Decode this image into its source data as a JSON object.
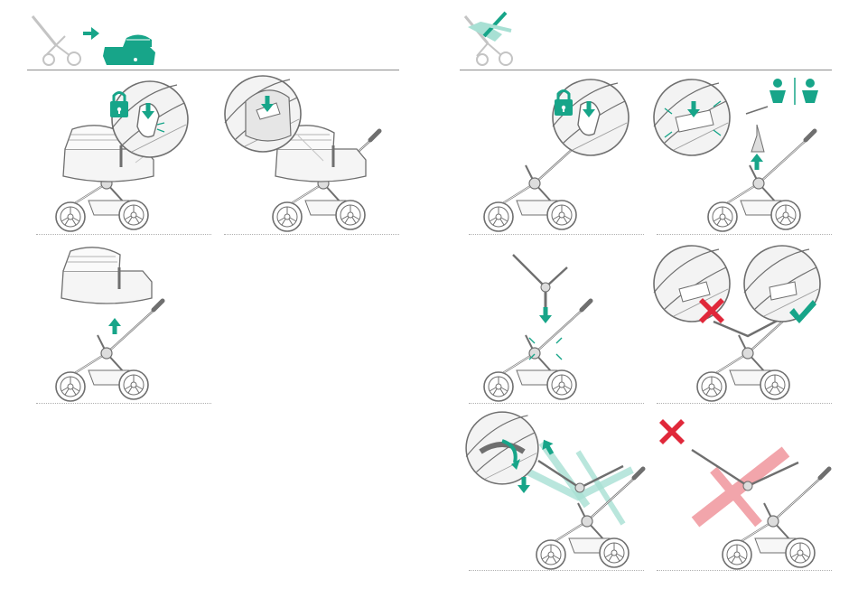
{
  "colors": {
    "accent": "#17a589",
    "accent_light": "#a8e0d4",
    "error": "#e0283a",
    "error_light": "#f2a5ab",
    "line": "#6f6f6f",
    "light_gray": "#c4c4c4",
    "fill_gray": "#eeeeee"
  },
  "left_page": {
    "header_icons": [
      "stroller-frame-icon",
      "arrow-right-icon",
      "carrycot-icon"
    ],
    "steps": [
      {
        "id": "attach-carrycot-lock",
        "icons": [
          "lock-icon",
          "click-arrow-icon"
        ]
      },
      {
        "id": "press-adapter-release",
        "icons": [
          "press-arrow-icon"
        ]
      },
      {
        "id": "lift-carrycot",
        "icons": [
          "up-arrow-icon"
        ]
      }
    ]
  },
  "right_page": {
    "header_icons": [
      "stroller-reversible-seat-icon"
    ],
    "steps": [
      {
        "id": "lock-seat-frame",
        "icons": [
          "lock-icon",
          "click-arrow-icon"
        ]
      },
      {
        "id": "remove-adapters",
        "icons": [
          "press-arrow-icon",
          "two-way-child-icon"
        ]
      },
      {
        "id": "place-seat",
        "icons": [
          "down-arrow-icon"
        ]
      },
      {
        "id": "check-lock",
        "icons": [
          "cross-icon",
          "check-icon"
        ]
      },
      {
        "id": "recline-seat",
        "icons": [
          "rotate-arrow-icon",
          "up-arrow-icon",
          "down-arrow-icon"
        ]
      },
      {
        "id": "do-not-recline",
        "icons": [
          "cross-icon"
        ]
      }
    ]
  }
}
